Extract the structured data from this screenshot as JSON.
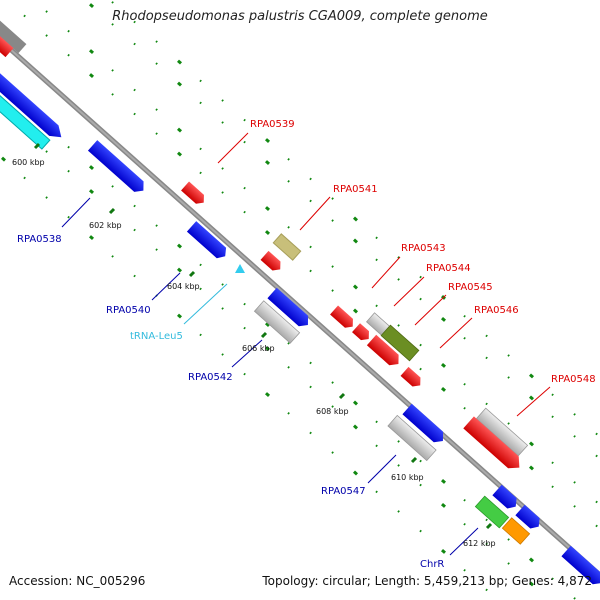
{
  "title": "Rhodopseudomonas palustris CGA009, complete genome",
  "footer": {
    "accession": "Accession: NC_005296",
    "summary": "Topology: circular; Length: 5,459,213 bp; Genes: 4,872"
  },
  "ticks": [
    {
      "id": "tick-600",
      "label": "600 kbp"
    },
    {
      "id": "tick-602",
      "label": "602 kbp"
    },
    {
      "id": "tick-604",
      "label": "604 kbp"
    },
    {
      "id": "tick-606",
      "label": "606 kbp"
    },
    {
      "id": "tick-608",
      "label": "608 kbp"
    },
    {
      "id": "tick-610",
      "label": "610 kbp"
    },
    {
      "id": "tick-612",
      "label": "612 kbp"
    }
  ],
  "gene_labels": [
    {
      "id": "RPA0539",
      "text": "RPA0539",
      "color": "#dd0000"
    },
    {
      "id": "RPA0541",
      "text": "RPA0541",
      "color": "#dd0000"
    },
    {
      "id": "RPA0543",
      "text": "RPA0543",
      "color": "#dd0000"
    },
    {
      "id": "RPA0544",
      "text": "RPA0544",
      "color": "#dd0000"
    },
    {
      "id": "RPA0545",
      "text": "RPA0545",
      "color": "#dd0000"
    },
    {
      "id": "RPA0546",
      "text": "RPA0546",
      "color": "#dd0000"
    },
    {
      "id": "RPA0548",
      "text": "RPA0548",
      "color": "#dd0000"
    },
    {
      "id": "RPA0538",
      "text": "RPA0538",
      "color": "#0000aa"
    },
    {
      "id": "RPA0540",
      "text": "RPA0540",
      "color": "#0000aa"
    },
    {
      "id": "tRNA-Leu5",
      "text": "tRNA-Leu5",
      "color": "#33bbdd"
    },
    {
      "id": "RPA0542",
      "text": "RPA0542",
      "color": "#0000aa"
    },
    {
      "id": "RPA0547",
      "text": "RPA0547",
      "color": "#0000aa"
    },
    {
      "id": "ChrR",
      "text": "ChrR",
      "color": "#0000aa"
    }
  ],
  "colors": {
    "backbone": "#888888",
    "forward_gene": "#ee1111",
    "reverse_gene": "#0000ee",
    "trna": "#00dddd",
    "pseudo_gray": "#cccccc",
    "olive": "#6b8e23",
    "khaki": "#c8bf7a",
    "green": "#44cc44",
    "orange": "#ff9900",
    "dots": "#118811"
  }
}
